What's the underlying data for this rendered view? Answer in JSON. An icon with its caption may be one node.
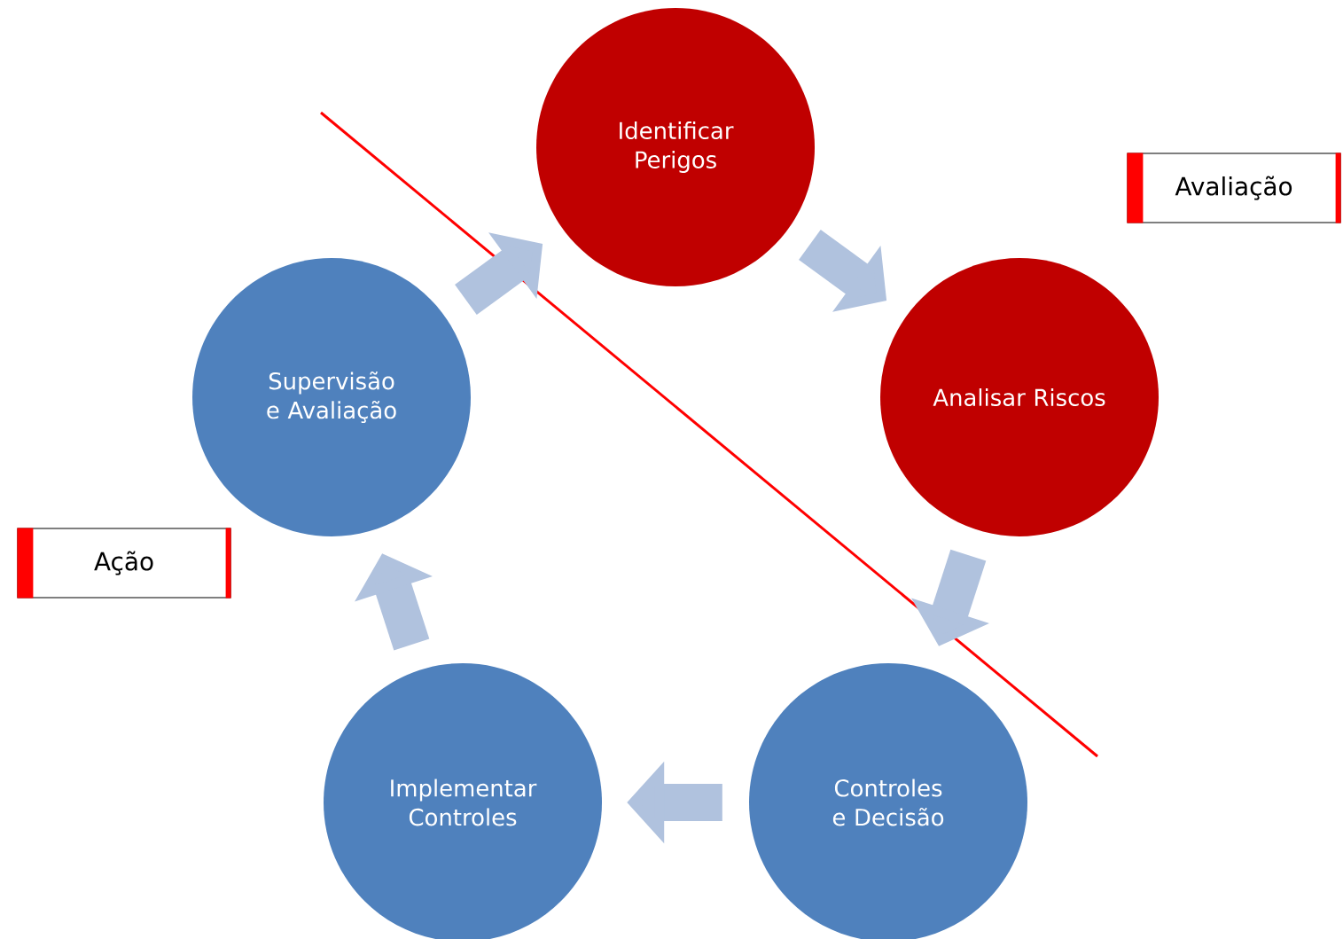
{
  "diagram": {
    "nodes": [
      {
        "text": [
          "Identificar Perigos"
        ]
      },
      {
        "text": [
          "Analisar Riscos"
        ]
      },
      {
        "text": [
          "Controles e Decisão"
        ]
      },
      {
        "text": [
          "Implementar Controles"
        ]
      },
      {
        "text": [
          "Supervisão e Avaliação"
        ]
      },
      {
        "text": [
          "Avaliação"
        ]
      },
      {
        "text": [
          "Ação"
        ]
      }
    ],
    "edges": [
      {
        "from": 0,
        "to": 1,
        "arrow": "to"
      },
      {
        "from": 1,
        "to": 2,
        "arrow": "to"
      },
      {
        "from": 2,
        "to": 3,
        "arrow": "to"
      },
      {
        "from": 3,
        "to": 4,
        "arrow": "to"
      },
      {
        "from": 4,
        "to": 0,
        "arrow": "to"
      }
    ]
  }
}
